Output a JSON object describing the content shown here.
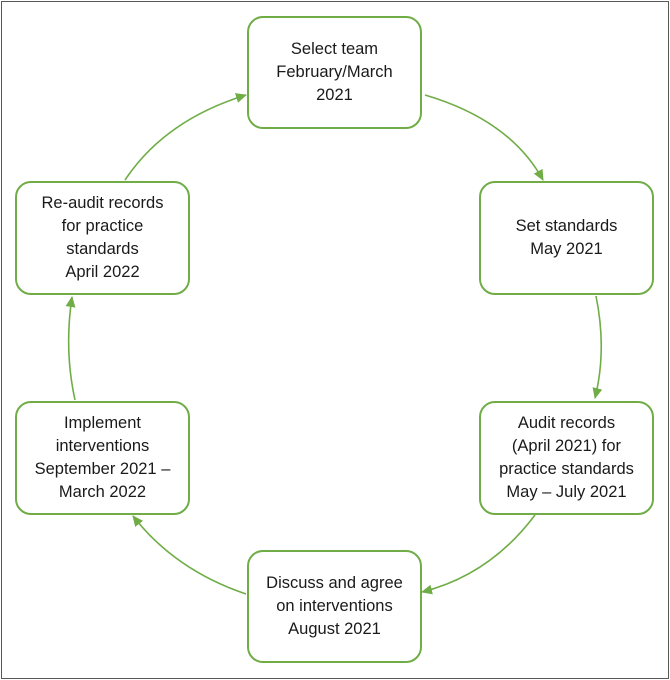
{
  "colors": {
    "box_border": "#70ad47",
    "arrow": "#70ad47",
    "text": "#1a1a1a",
    "frame": "#595959"
  },
  "steps": [
    {
      "lines": [
        "Select team",
        "February/March",
        "2021"
      ]
    },
    {
      "lines": [
        "Set standards",
        "May 2021"
      ]
    },
    {
      "lines": [
        "Audit records",
        "(April 2021) for",
        "practice standards",
        "May – July 2021"
      ]
    },
    {
      "lines": [
        "Discuss and agree",
        "on interventions",
        "August 2021"
      ]
    },
    {
      "lines": [
        "Implement",
        "interventions",
        "September 2021 –",
        "March 2022"
      ]
    },
    {
      "lines": [
        "Re-audit records",
        "for practice",
        "standards",
        "April 2022"
      ]
    }
  ]
}
